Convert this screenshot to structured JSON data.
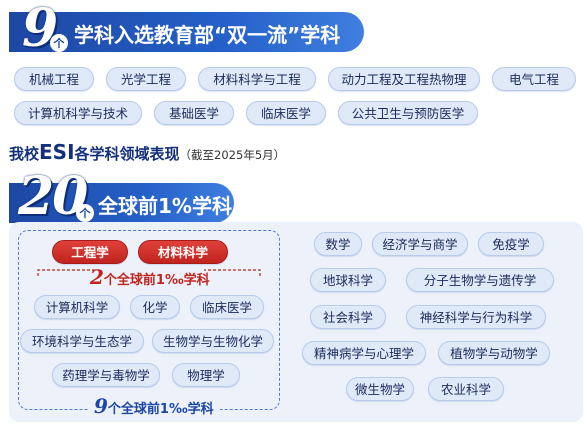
{
  "section1": {
    "number": "9",
    "unit": "个",
    "title": "学科入选教育部“双一流”学科",
    "disciplines": [
      "机械工程",
      "光学工程",
      "材料科学与工程",
      "动力工程及工程热物理",
      "电气工程",
      "计算机科学与技术",
      "基础医学",
      "临床医学",
      "公共卫生与预防医学"
    ]
  },
  "esi": {
    "prefix": "我校",
    "esi": "ESI",
    "suffix": "各学科领域表现",
    "note": "（截至2025年5月）"
  },
  "section2": {
    "number": "20",
    "unit": "个",
    "title": "全球前1%学科",
    "top_permille": {
      "subjects": [
        "工程学",
        "材料科学"
      ],
      "count": "2",
      "label": "个全球前1‰学科"
    },
    "top_permille_group": {
      "subjects": [
        "计算机科学",
        "化学",
        "临床医学",
        "环境科学与生态学",
        "生物学与生物化学",
        "药理学与毒物学",
        "物理学"
      ],
      "count": "9",
      "label": "个全球前1‰学科"
    },
    "other_subjects": [
      "数学",
      "经济学与商学",
      "免疫学",
      "地球科学",
      "分子生物学与遗传学",
      "社会科学",
      "神经科学与行为科学",
      "精神病学与心理学",
      "植物学与动物学",
      "微生物学",
      "农业科学"
    ]
  },
  "colors": {
    "primary": "#1d47a3",
    "accent_red": "#c0241f",
    "pill_bg": "#dfe9f8",
    "panel_bg": "#edf2fa"
  }
}
